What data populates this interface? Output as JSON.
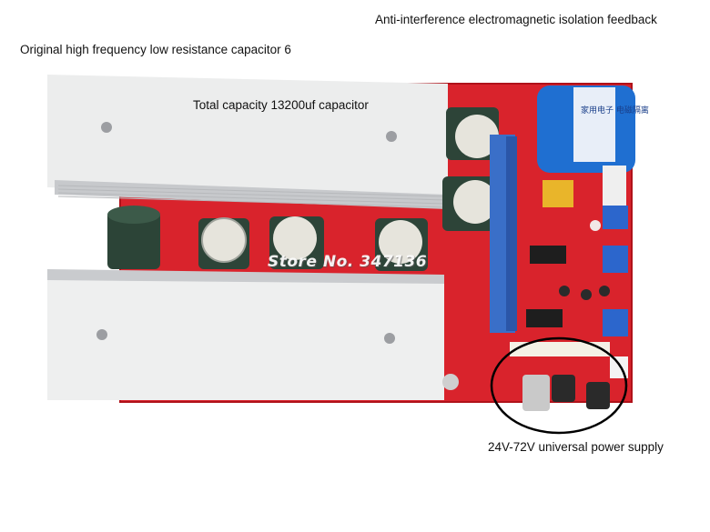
{
  "labels": {
    "top_right": "Anti-interference electromagnetic isolation feedback",
    "top_left": "Original high frequency low resistance capacitor 6",
    "total_capacity": "Total capacity 13200uf capacitor",
    "power_supply": "24V-72V universal power supply"
  },
  "watermark": "Store No. 347136",
  "transformer_text": "家用电子 电磁隔离",
  "colors": {
    "pcb": "#d8202a",
    "heatsink": "#e8e8ea",
    "transformer": "#1f6fd1",
    "capacitor": "#2f4a3c",
    "circle": "#000000"
  }
}
